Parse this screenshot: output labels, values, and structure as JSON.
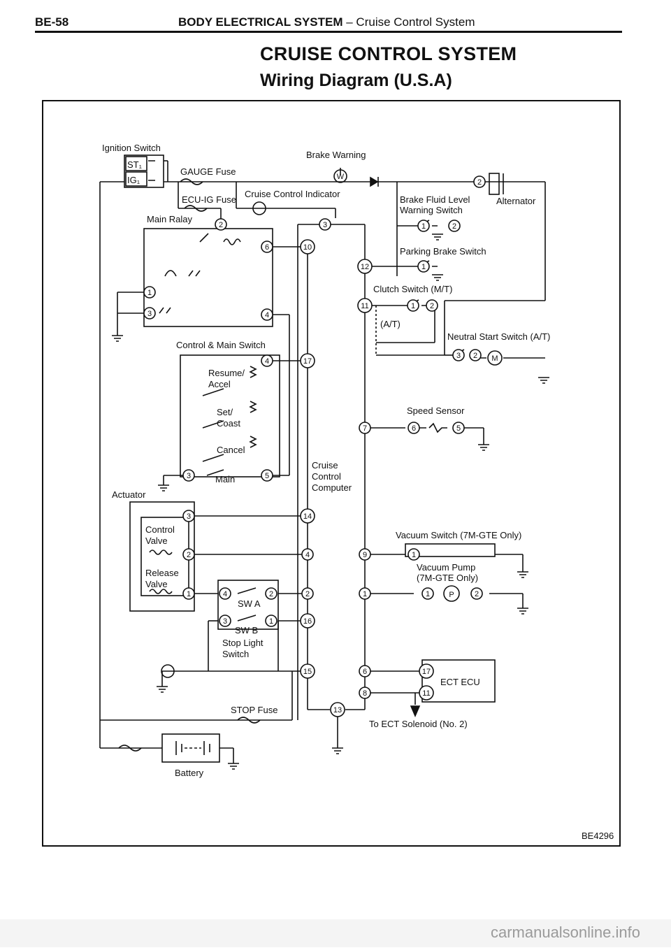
{
  "header": {
    "page_number": "BE-58",
    "section": "BODY ELECTRICAL SYSTEM",
    "subsection": "– Cruise Control System"
  },
  "title": "CRUISE CONTROL SYSTEM",
  "subtitle": "Wiring Diagram (U.S.A)",
  "figure_code": "BE4296",
  "labels": {
    "ignition_switch": "Ignition Switch",
    "st1": "ST₁",
    "ig1": "IG₁",
    "gauge_fuse": "GAUGE Fuse",
    "brake_warning": "Brake Warning",
    "ecu_ig_fuse": "ECU-IG Fuse",
    "cruise_indicator": "Cruise Control Indicator",
    "brake_fluid_level": "Brake Fluid Level",
    "warning_switch": "Warning Switch",
    "alternator": "Alternator",
    "main_relay": "Main Ralay",
    "parking_brake_switch": "Parking Brake Switch",
    "clutch_switch": "Clutch Switch (M/T)",
    "at": "(A/T)",
    "neutral_start_switch": "Neutral Start Switch (A/T)",
    "control_main_switch": "Control & Main Switch",
    "resume": "Resume/",
    "accel": "Accel",
    "set": "Set/",
    "coast": "Coast",
    "cancel": "Cancel",
    "main": "Main",
    "speed_sensor": "Speed Sensor",
    "cruise": "Cruise",
    "control": "Control",
    "computer": "Computer",
    "actuator": "Actuator",
    "control_valve_1": "Control",
    "control_valve_2": "Valve",
    "release_valve_1": "Release",
    "release_valve_2": "Valve",
    "vacuum_switch": "Vacuum Switch (7M-GTE Only)",
    "vacuum_pump_1": "Vacuum Pump",
    "vacuum_pump_2": "(7M-GTE Only)",
    "pump_p": "P",
    "sw_a": "SW A",
    "sw_b": "SW B",
    "stop_light_1": "Stop Light",
    "stop_light_2": "Switch",
    "ect_ecu": "ECT ECU",
    "stop_fuse": "STOP Fuse",
    "to_ect": "To ECT Solenoid (No. 2)",
    "battery": "Battery",
    "motor_m": "M",
    "warn_w": "W"
  },
  "pins": {
    "alt2": "2",
    "relay2": "2",
    "relay6": "6",
    "relay1": "1",
    "relay3": "3",
    "relay4": "4",
    "c3": "3",
    "c10": "10",
    "c12": "12",
    "c11": "11",
    "bf1": "1",
    "bf2": "2",
    "pb1": "1",
    "cl1": "1",
    "cl2": "2",
    "ns3": "3",
    "ns2": "2",
    "sw4": "4",
    "sw3": "3",
    "sw5": "5",
    "c17": "17",
    "c7": "7",
    "ss6": "6",
    "ss5": "5",
    "a3": "3",
    "a2": "2",
    "a1": "1",
    "c14": "14",
    "c4": "4",
    "c2": "2",
    "c16": "16",
    "c15": "15",
    "c13": "13",
    "c9": "9",
    "c1": "1",
    "c6": "6",
    "c8": "8",
    "vs1": "1",
    "vp1": "1",
    "vp2": "2",
    "swa4": "4",
    "swa2": "2",
    "swb3": "3",
    "swb1": "1",
    "ect17": "17",
    "ect11": "11"
  }
}
